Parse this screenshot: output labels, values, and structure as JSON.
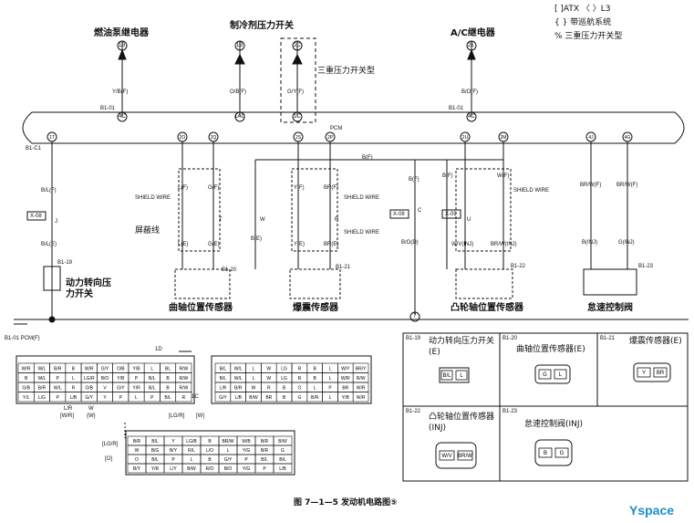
{
  "legend": {
    "line1": "[ ]ATX 〈 〉L3",
    "line2": "{ } 带巡航系统",
    "line3": "% 三重压力开关型"
  },
  "top_components": {
    "fuel_pump_relay": "燃油泵继电器",
    "refrigerant_switch": "制冷剂压力开关",
    "triple_switch_type": "三重压力开关型",
    "ac_relay": "A/C继电器"
  },
  "connectors_top": {
    "c1": "1B",
    "c2": "1B",
    "c3": "2C",
    "c4": "21",
    "c1b": "4C",
    "c2b": "1AC",
    "c3b": "1C",
    "c4b": "4C"
  },
  "wire_labels_top": {
    "w1": "Y/B(F)",
    "w2": "O/B(F)",
    "w3": "G/Y(F)",
    "w4": "B/O(F)"
  },
  "bus": {
    "b101": "B1-01",
    "b101b": "B1-01",
    "b1c1": "B1-C1",
    "pcm": "PCM"
  },
  "pcm_pins": [
    "1T",
    "2O",
    "2Q",
    "2S",
    "2P",
    "2U",
    "2M",
    "4J",
    "4G"
  ],
  "wires_mid": {
    "bl_f": "B/L(F)",
    "l_f": "L(F)",
    "g_f": "G(F)",
    "y_f": "Y(F)",
    "br_f": "BR(F)",
    "b_f1": "B(F)",
    "b_f2": "B(F)",
    "w_f": "W(F)",
    "b_f3": "B(F)",
    "bra_f": "BR/W(F)",
    "bra_f2": "BR/W(F)",
    "shield1": "SHIELD WIRE",
    "shield2": "SHIELD WIRE",
    "shield3": "SHIELD WIRE",
    "shield4": "SHIELD WIRE",
    "x08a": "X-08",
    "x08b": "X-08",
    "x09": "X-09",
    "j": "J",
    "t": "T",
    "w": "W",
    "r": "R",
    "c": "C",
    "u": "U",
    "shield_cn": "屏蔽线",
    "bl_e": "B/L(E)",
    "l_e": "L(E)",
    "g_e": "G(E)",
    "b_e": "B(E)",
    "y_e": "Y(E)",
    "br_e": "BR(E)",
    "bo_d": "B/O(D)",
    "wv_inj": "W/V(INJ)",
    "brw_inj": "BR/W(INJ)",
    "b_inj": "B(INJ)",
    "g_inj": "G(INJ)"
  },
  "components_bottom": {
    "b119": "B1-19",
    "b120": "B1-20",
    "b121": "B1-21",
    "b122": "B1-22",
    "b123": "B1-23",
    "power_steer": "动力转向压力开关",
    "crank_sensor": "曲轴位置传感器",
    "knock_sensor": "爆震传感器",
    "cam_sensor": "凸轮轴位置传感器",
    "idle_valve": "怠速控制阀",
    "node7": "7"
  },
  "ground": {
    "label": "B1-01 PCM(F)"
  },
  "connector_views": {
    "b119_title": "动力转向压力开关(E)",
    "b119_pins": [
      "B/L",
      "L"
    ],
    "b120_title": "曲轴位置传感器(E)",
    "b120_pins": [
      "G",
      "L"
    ],
    "b121_title": "爆震传感器(E)",
    "b121_pins": [
      "Y",
      "BR"
    ],
    "b122_title": "凸轮轴位置传感器(INJ)",
    "b122_pins": [
      "W/V",
      "BR/W"
    ],
    "b123_title": "怠速控制阀(INJ)",
    "b123_pins": [
      "B",
      "G"
    ],
    "id119": "B1-19",
    "id120": "B1-20",
    "id121": "B1-21",
    "id122": "B1-22",
    "id123": "B1-23"
  },
  "pcm_connector_notes": {
    "n1d": "1D",
    "n1c": "1C",
    "lr": "L/R",
    "wr_sq": "[W/R]",
    "w": "W",
    "w_brace": "{W}",
    "lg_lr": "[LG/R]",
    "lg_r2": "[LG/R]",
    "w_sq": "[W]",
    "o_sq": "[O]"
  },
  "pcm_grid_a": [
    [
      "W/R",
      "W/L",
      "B/R",
      "B",
      "W/R",
      "G/Y",
      "O/B",
      "Y/B",
      "L",
      "BL",
      "R/W"
    ],
    [
      "B",
      "W/L",
      "P",
      "L",
      "LG/R",
      "B/O",
      "Y/B",
      "P",
      "B/L",
      "B",
      "R/W"
    ],
    [
      "G/B",
      "B/R",
      "W/L",
      "R",
      "O/B",
      "V",
      "G/Y",
      "Y/R",
      "B/L",
      "B",
      "R/W"
    ],
    [
      "Y/L",
      "L/G",
      "P",
      "L/B",
      "G/Y",
      "Y",
      "P",
      "L",
      "P",
      "B/L",
      "R"
    ]
  ],
  "pcm_grid_b": [
    [
      "B/L",
      "W/L",
      "L",
      "W",
      "LG",
      "R",
      "B",
      "L",
      "W/Y",
      "BR/Y"
    ],
    [
      "B/L",
      "W/L",
      "L",
      "W",
      "LG",
      "R",
      "B",
      "L",
      "W/R",
      "R/W"
    ],
    [
      "L/R",
      "B/R",
      "W",
      "R",
      "B",
      "O",
      "L",
      "P",
      "BR",
      "W/R"
    ],
    [
      "G/Y",
      "L/B",
      "B/W",
      "BR",
      "B",
      "G",
      "B/R",
      "L",
      "Y/B",
      "W/R"
    ]
  ],
  "pcm_grid_c": [
    [
      "B/R",
      "B/L",
      "Y",
      "LG/B",
      "B",
      "BR/W",
      "W/B",
      "B/R",
      "B/W"
    ],
    [
      "W",
      "B/G",
      "B/Y",
      "R/L",
      "L/O",
      "L",
      "Y/G",
      "B/R",
      "G"
    ],
    [
      "O",
      "B/L",
      "P",
      "L",
      "B",
      "G/Y",
      "P",
      "B/L",
      "B/L"
    ],
    [
      "B/Y",
      "Y/R",
      "L/Y",
      "B/W",
      "R/O",
      "B/O",
      "Y/G",
      "P",
      "L/B"
    ]
  ],
  "caption": "图 7—1—5   发动机电路图⑤",
  "watermark": "Yspace"
}
